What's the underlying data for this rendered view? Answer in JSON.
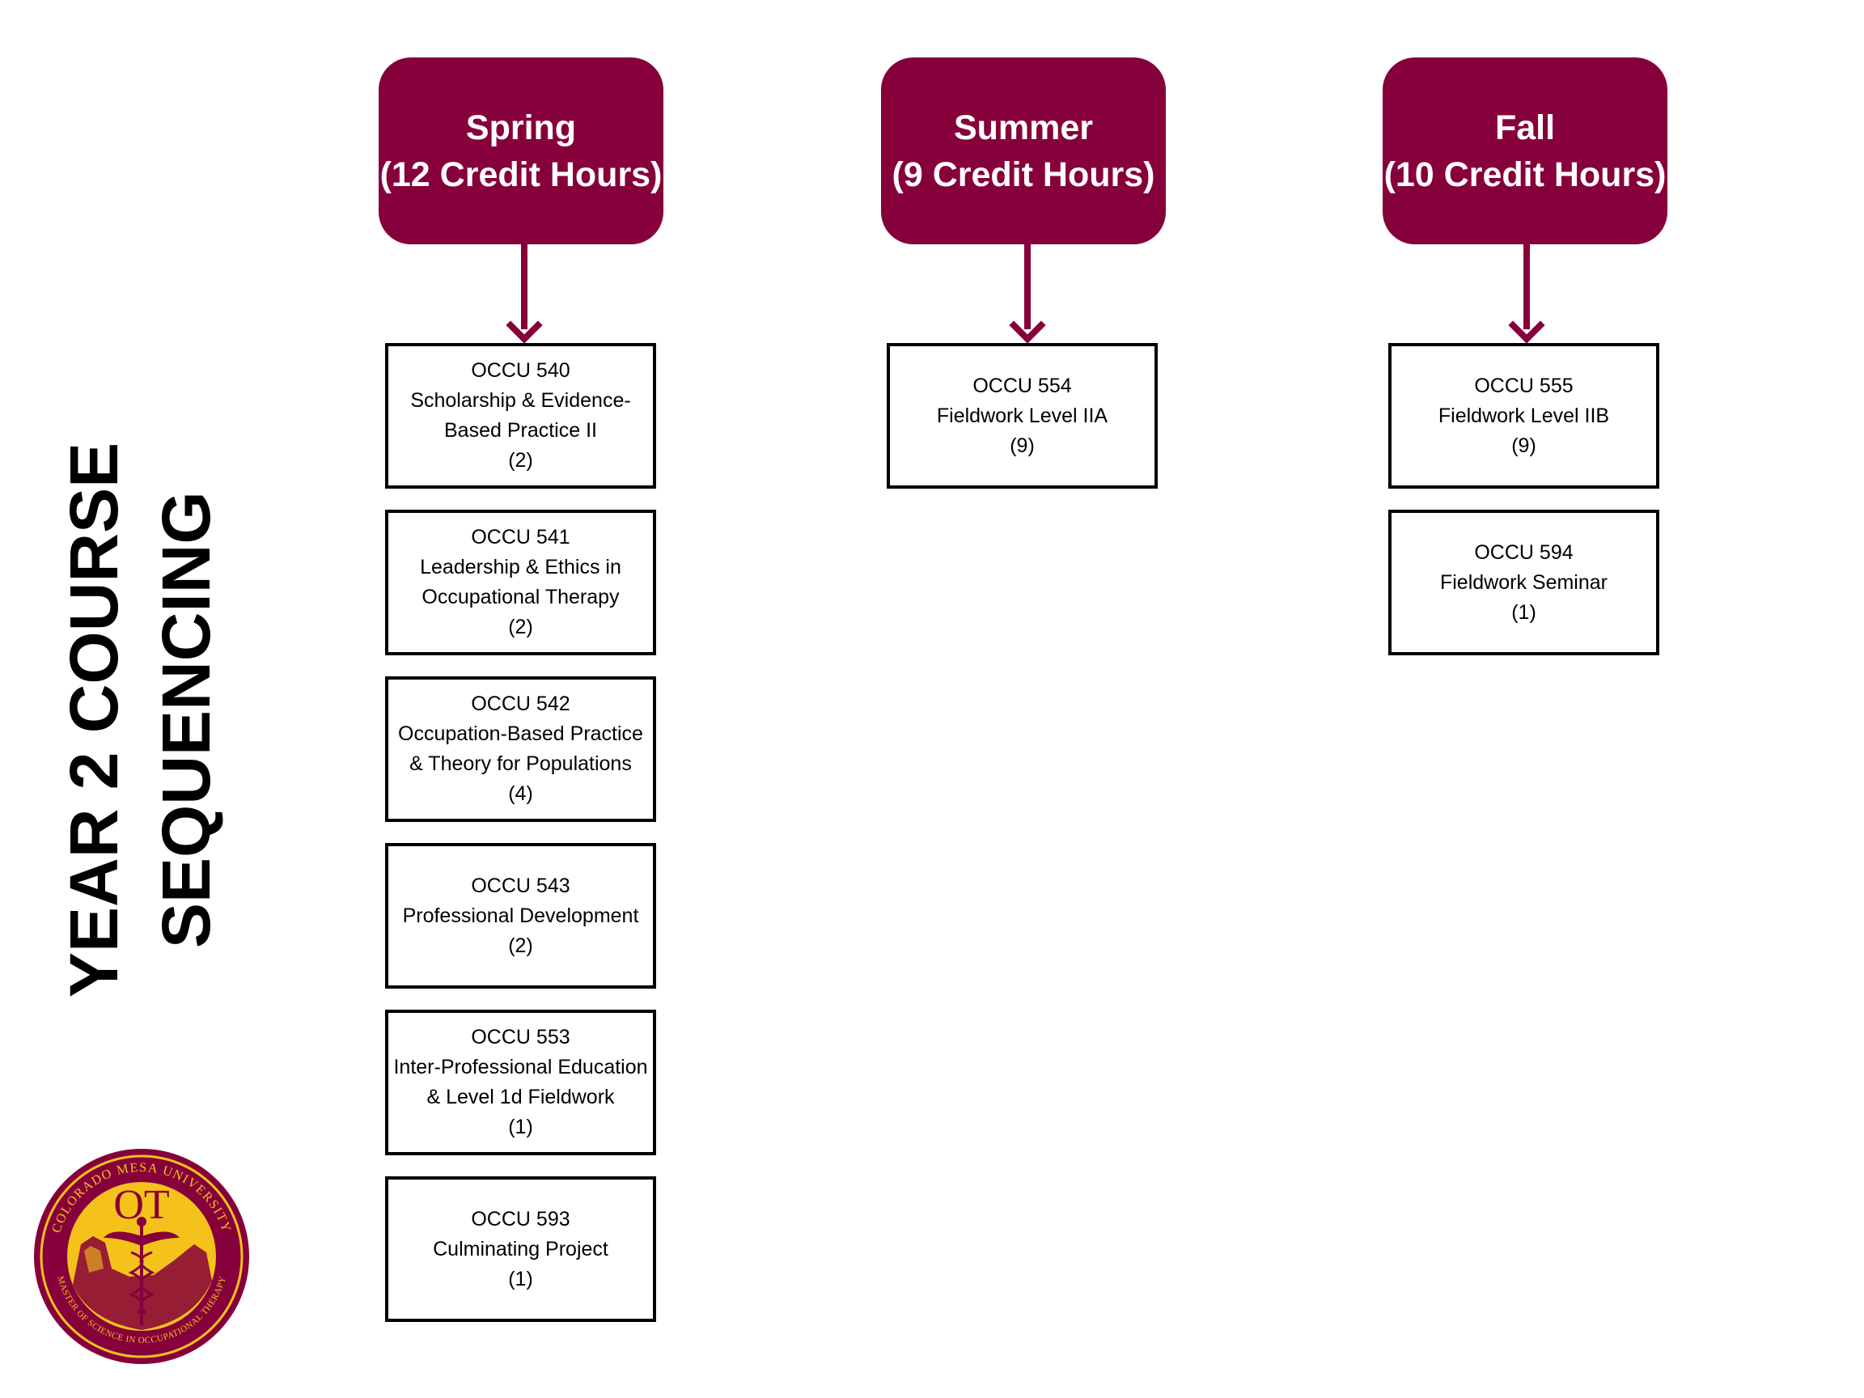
{
  "title": {
    "line1": "YEAR 2 COURSE",
    "line2": "SEQUENCING"
  },
  "colors": {
    "accent": "#86003b",
    "gold": "#f4c21a"
  },
  "terms": [
    {
      "name": "Spring",
      "credits": "(12 Credit Hours)"
    },
    {
      "name": "Summer",
      "credits": "(9 Credit Hours)"
    },
    {
      "name": "Fall",
      "credits": "(10 Credit Hours)"
    }
  ],
  "courses": {
    "spring": [
      {
        "code": "OCCU 540",
        "lines": [
          "Scholarship & Evidence-",
          "Based Practice II"
        ],
        "credits": "(2)"
      },
      {
        "code": "OCCU 541",
        "lines": [
          "Leadership & Ethics in",
          "Occupational Therapy"
        ],
        "credits": "(2)"
      },
      {
        "code": "OCCU 542",
        "lines": [
          "Occupation-Based Practice",
          "& Theory for Populations"
        ],
        "credits": "(4)"
      },
      {
        "code": "OCCU 543",
        "lines": [
          "Professional Development"
        ],
        "credits": "(2)"
      },
      {
        "code": "OCCU 553",
        "lines": [
          "Inter-Professional Education",
          "& Level 1d Fieldwork"
        ],
        "credits": "(1)"
      },
      {
        "code": "OCCU 593",
        "lines": [
          "Culminating Project"
        ],
        "credits": "(1)"
      }
    ],
    "summer": [
      {
        "code": "OCCU 554",
        "lines": [
          "Fieldwork Level IIA"
        ],
        "credits": "(9)"
      }
    ],
    "fall": [
      {
        "code": "OCCU 555",
        "lines": [
          "Fieldwork Level IIB"
        ],
        "credits": "(9)"
      },
      {
        "code": "OCCU 594",
        "lines": [
          "Fieldwork Seminar"
        ],
        "credits": "(1)"
      }
    ]
  },
  "logo": {
    "initials": "OT",
    "top_text": "COLORADO MESA UNIVERSITY",
    "bottom_text": "MASTER OF SCIENCE IN OCCUPATIONAL THERAPY"
  }
}
